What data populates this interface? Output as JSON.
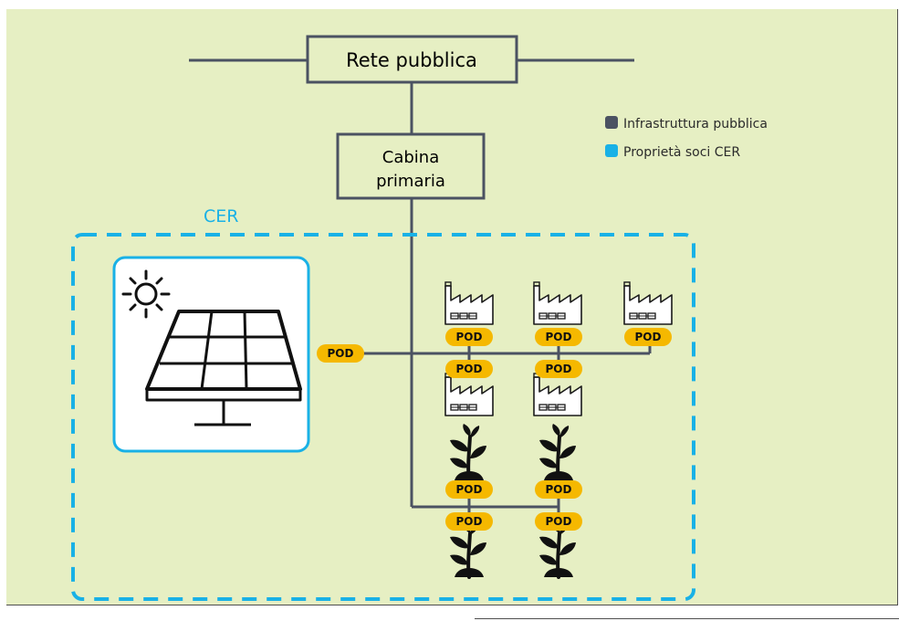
{
  "top_text": "… ",
  "nodes": {
    "grid": "Rete pubblica",
    "substation_line1": "Cabina",
    "substation_line2": "primaria"
  },
  "legend": [
    {
      "label": "Infrastruttura pubblica",
      "color": "#4b5262"
    },
    {
      "label": "Proprietà soci CER",
      "color": "#19b1e6"
    }
  ],
  "cer_label": "CER",
  "pod_label": "POD",
  "colors": {
    "background": "#e6efc3",
    "line": "#4b5262",
    "cer": "#19b1e6",
    "pod": "#f5b800"
  },
  "icons": [
    "sun-icon",
    "solar-panel-icon",
    "factory-icon",
    "plant-icon"
  ]
}
